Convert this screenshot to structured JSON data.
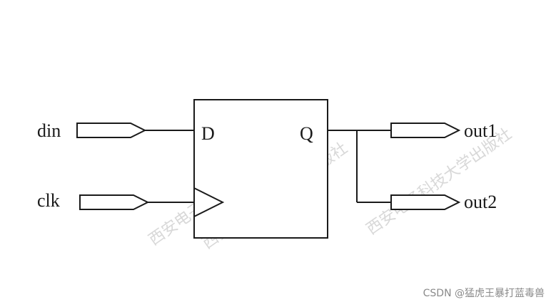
{
  "signals": {
    "din": "din",
    "clk": "clk",
    "out1": "out1",
    "out2": "out2"
  },
  "flipflop": {
    "d_pin": "D",
    "q_pin": "Q"
  },
  "watermark": "西安电子科技大学出版社",
  "credit": "CSDN @猛虎王暴打蓝毒兽"
}
